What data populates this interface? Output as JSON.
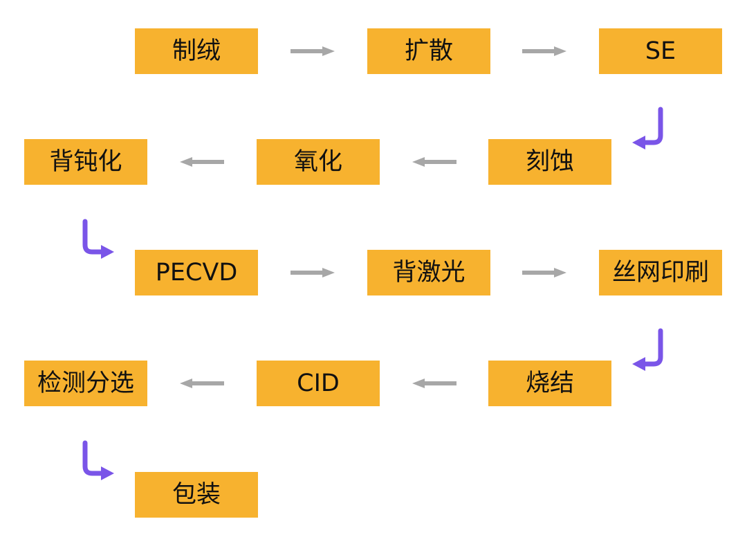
{
  "flow": {
    "steps": [
      "制绒",
      "扩散",
      "SE",
      "刻蚀",
      "氧化",
      "背钝化",
      "PECVD",
      "背激光",
      "丝网印刷",
      "烧结",
      "CID",
      "检测分选",
      "包装"
    ]
  },
  "colors": {
    "box_fill": "#F7B22F",
    "horizontal_arrow": "#A7A7A7",
    "turn_arrow": "#7A55E8",
    "text": "#111111"
  }
}
